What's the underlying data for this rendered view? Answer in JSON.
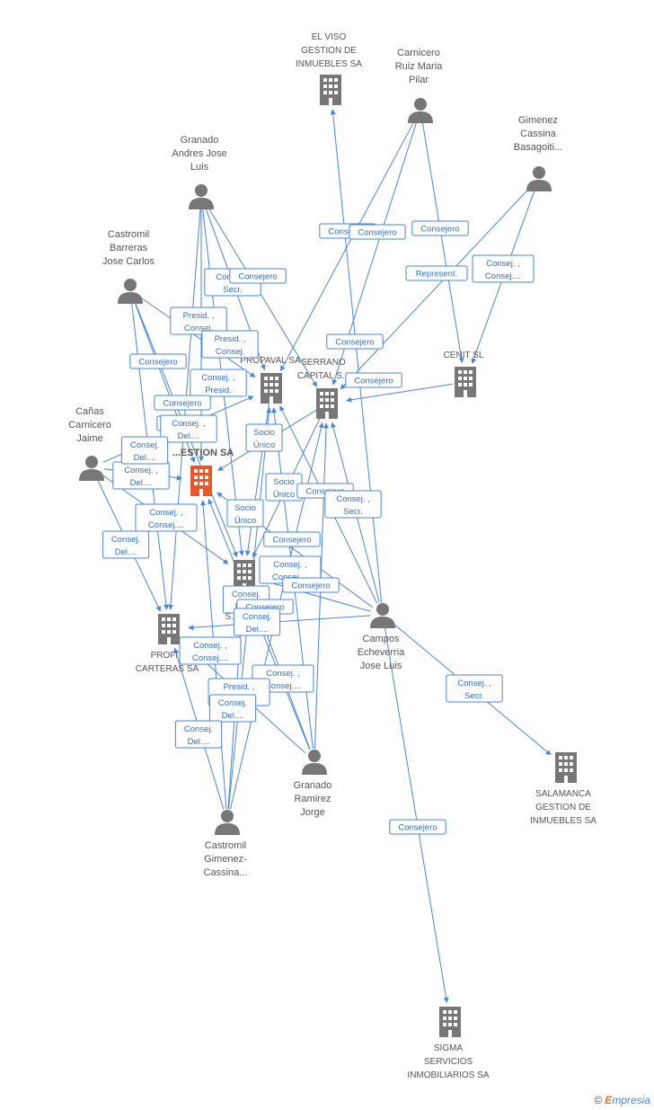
{
  "nodes": {
    "el_viso": {
      "label": [
        "EL VISO",
        "GESTION DE",
        "INMUEBLES SA"
      ],
      "type": "company"
    },
    "carnicero_ruiz": {
      "label": [
        "Carnicero",
        "Ruiz Maria",
        "Pilar"
      ],
      "type": "person"
    },
    "gimenez_cassina": {
      "label": [
        "Gimenez",
        "Cassina",
        "Basagoiti..."
      ],
      "type": "person"
    },
    "granado_andres": {
      "label": [
        "Granado",
        "Andres Jose",
        "Luis"
      ],
      "type": "person"
    },
    "castromil_barreras": {
      "label": [
        "Castromil",
        "Barreras",
        "Jose Carlos"
      ],
      "type": "person"
    },
    "propaval": {
      "label": [
        "PROPAVAL SA"
      ],
      "type": "company"
    },
    "serrano": {
      "label": [
        "SERRANO",
        "CAPITAL S..."
      ],
      "type": "company"
    },
    "cenit": {
      "label": [
        "CENIT SL"
      ],
      "type": "company"
    },
    "canas_carnicero": {
      "label": [
        "Cañas",
        "Carnicero",
        "Jaime"
      ],
      "type": "person"
    },
    "gestion_sa": {
      "label": [
        "...ESTION SA"
      ],
      "type": "company-main"
    },
    "g_sa": {
      "label": [
        "G...",
        "S..."
      ],
      "type": "company"
    },
    "profit_carteras": {
      "label": [
        "PROFIT",
        "CARTERAS SA"
      ],
      "type": "company"
    },
    "campos_echeverria": {
      "label": [
        "Campos",
        "Echeverria",
        "Jose Luis"
      ],
      "type": "person"
    },
    "granado_ramirez": {
      "label": [
        "Granado",
        "Ramirez",
        "Jorge"
      ],
      "type": "person"
    },
    "castromil_gimenez": {
      "label": [
        "Castromil",
        "Gimenez-",
        "Cassina..."
      ],
      "type": "person"
    },
    "salamanca": {
      "label": [
        "SALAMANCA",
        "GESTION DE",
        "INMUEBLES SA"
      ],
      "type": "company"
    },
    "sigma": {
      "label": [
        "SIGMA",
        "SERVICIOS",
        "INMOBILIARIOS SA"
      ],
      "type": "company"
    }
  },
  "relations": [
    {
      "text": [
        "Consejero"
      ]
    },
    {
      "text": [
        "Consejero"
      ]
    },
    {
      "text": [
        "Consejero"
      ]
    },
    {
      "text": [
        "Represent."
      ]
    },
    {
      "text": [
        "Consej. ,",
        "Consej...."
      ]
    },
    {
      "text": [
        "Consej. ,",
        "Secr."
      ]
    },
    {
      "text": [
        "Consejero"
      ]
    },
    {
      "text": [
        "Presid. ,",
        "Consej."
      ]
    },
    {
      "text": [
        "Presid. ,",
        "Consej."
      ]
    },
    {
      "text": [
        "Consejero"
      ]
    },
    {
      "text": [
        "Consejero"
      ]
    },
    {
      "text": [
        "Consej. ,",
        "Presid."
      ]
    },
    {
      "text": [
        "Consejero"
      ]
    },
    {
      "text": [
        "Consejero"
      ]
    },
    {
      "text": [
        "Consejero"
      ]
    },
    {
      "text": [
        "Consej. ,",
        "Del...."
      ]
    },
    {
      "text": [
        "Consej. ,",
        "Del...."
      ]
    },
    {
      "text": [
        "Consej.",
        "Del...."
      ]
    },
    {
      "text": [
        "Socio",
        "Único"
      ]
    },
    {
      "text": [
        "Socio",
        "Único"
      ]
    },
    {
      "text": [
        "Consejero"
      ]
    },
    {
      "text": [
        "Consej. ,",
        "Secr."
      ]
    },
    {
      "text": [
        "Socio",
        "Único"
      ]
    },
    {
      "text": [
        "Consej. ,",
        "Consej...."
      ]
    },
    {
      "text": [
        "Consej.",
        "Del...."
      ]
    },
    {
      "text": [
        "Consejero"
      ]
    },
    {
      "text": [
        "Consej. ,",
        "Consej...."
      ]
    },
    {
      "text": [
        "Consejero"
      ]
    },
    {
      "text": [
        "Consej.",
        "Del...."
      ]
    },
    {
      "text": [
        "Consejero"
      ]
    },
    {
      "text": [
        "Consej.",
        "Del...."
      ]
    },
    {
      "text": [
        "Consej. ,",
        "Consej...."
      ]
    },
    {
      "text": [
        "Consej. ,",
        "Consej...."
      ]
    },
    {
      "text": [
        "Presid. ,",
        "Consej...."
      ]
    },
    {
      "text": [
        "Consej.",
        "Del...."
      ]
    },
    {
      "text": [
        "Consej.",
        "Del...."
      ]
    },
    {
      "text": [
        "Consej. ,",
        "Secr."
      ]
    },
    {
      "text": [
        "Consejero"
      ]
    }
  ],
  "footer": {
    "copyright": "©",
    "brand_initial": "E",
    "brand_rest": "mpresia"
  },
  "colors": {
    "edge": "#4a86d6",
    "node_icon": "#777777",
    "main_node": "#e8572a"
  }
}
